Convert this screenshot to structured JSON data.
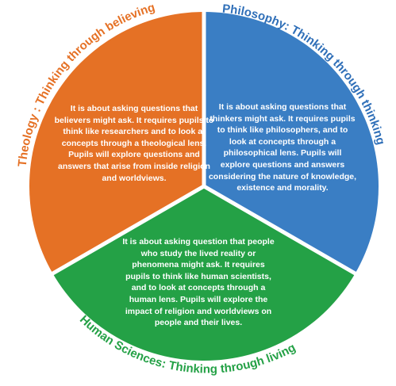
{
  "colors": {
    "theology": "#E57125",
    "philosophy": "#3A7EC4",
    "human_sciences": "#24A146",
    "separator": "#FFFFFF",
    "theology_label": "#E57125",
    "philosophy_label": "#2F6FB8",
    "human_sciences_label": "#24A146"
  },
  "segments": {
    "theology": {
      "label": "Theology : Thinking through believing",
      "text": "It is about asking questions that believers might ask. It requires pupils to think like researchers and to look at concepts through a theological lens.  Pupils will explore questions and answers that arise from inside religion and worldviews."
    },
    "philosophy": {
      "label": "Philosophy: Thinking through thinking",
      "text": "It is about asking questions that thinkers might ask. It requires pupils to think like philosophers, and to look at concepts through a philosophical lens. Pupils will explore questions and answers considering the nature of knowledge, existence and morality."
    },
    "human_sciences": {
      "label": "Human Sciences: Thinking through living",
      "text": "It is about asking question that people who study the lived reality or phenomena might ask.  It requires pupils to think like human scientists, and  to look at concepts through a human lens.  Pupils will explore the impact of religion and worldviews on people and their lives."
    }
  }
}
